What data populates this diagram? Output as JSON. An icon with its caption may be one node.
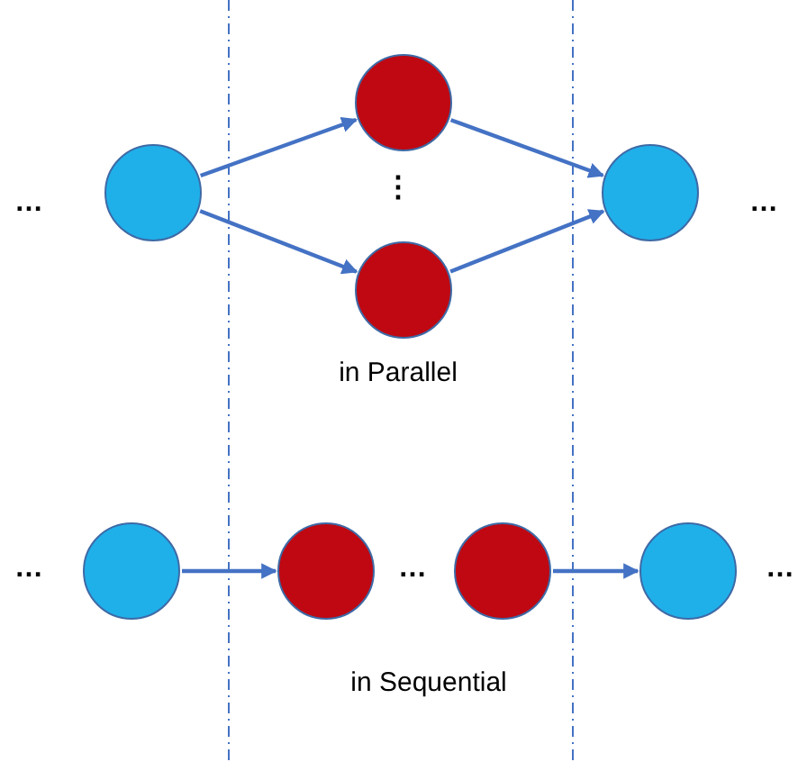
{
  "diagram": {
    "nodes": [
      {
        "text": [],
        "shape": "circle"
      },
      {
        "text": [],
        "shape": "circle"
      },
      {
        "text": [],
        "shape": "circle"
      },
      {
        "text": [],
        "shape": "circle"
      },
      {
        "text": [],
        "shape": "circle"
      },
      {
        "text": [],
        "shape": "circle"
      },
      {
        "text": [],
        "shape": "circle"
      },
      {
        "text": [],
        "shape": "circle"
      }
    ],
    "edges": [
      {
        "from": 0,
        "to": 1,
        "arrow": "to"
      },
      {
        "from": 0,
        "to": 2,
        "arrow": "to"
      },
      {
        "from": 1,
        "to": 3,
        "arrow": "to"
      },
      {
        "from": 2,
        "to": 3,
        "arrow": "to"
      },
      {
        "from": 4,
        "to": 5,
        "arrow": "to"
      },
      {
        "from": 6,
        "to": 7,
        "arrow": "to"
      }
    ],
    "labels": [
      "…",
      "⋮",
      "…",
      "in Parallel",
      "…",
      "…",
      "…",
      "in Sequential"
    ]
  }
}
